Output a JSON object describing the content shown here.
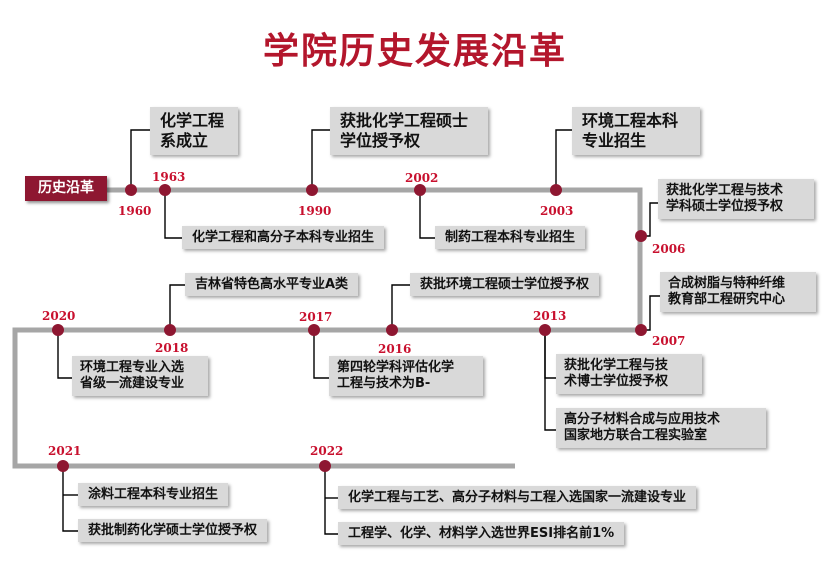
{
  "title": "学院历史发展沿革",
  "tag": "历史沿革",
  "events": [
    {
      "year": "1960",
      "text": "化学工程系成立"
    },
    {
      "year": "1963",
      "text": "化学工程和高分子本科专业招生"
    },
    {
      "year": "1990",
      "text": "获批化学工程硕士学位授予权"
    },
    {
      "year": "2002",
      "text": "制药工程本科专业招生"
    },
    {
      "year": "2003",
      "text": "环境工程本科专业招生"
    },
    {
      "year": "2006",
      "text": "获批化学工程与技术学科硕士学位授予权"
    },
    {
      "year": "2007",
      "text": "合成树脂与特种纤维教育部工程研究中心"
    },
    {
      "year": "2013",
      "text": "获批化学工程与技术博士学位授予权"
    },
    {
      "year": "2013",
      "text": "高分子材料合成与应用技术国家地方联合工程实验室"
    },
    {
      "year": "2016",
      "text": "获批环境工程硕士学位授予权"
    },
    {
      "year": "2017",
      "text": "第四轮学科评估化学工程与技术为B-"
    },
    {
      "year": "2018",
      "text": "吉林省特色高水平专业A类"
    },
    {
      "year": "2020",
      "text": "环境工程专业入选省级一流建设专业"
    },
    {
      "year": "2021",
      "text": "涂料工程本科专业招生"
    },
    {
      "year": "2021",
      "text": "获批制药化学硕士学位授予权"
    },
    {
      "year": "2022",
      "text": "化学工程与工艺、高分子材料与工程入选国家一流建设专业"
    },
    {
      "year": "2022",
      "text": "工程学、化学、材料学入选世界ESI排名前1%"
    }
  ],
  "box_lines": {
    "b1960": [
      "化学工程",
      "系成立"
    ],
    "b1990": [
      "获批化学工程硕士",
      "学位授予权"
    ],
    "b2003": [
      "环境工程本科",
      "专业招生"
    ],
    "b2006": [
      "获批化学工程与技术",
      "学科硕士学位授予权"
    ],
    "b2007": [
      "合成树脂与特种纤维",
      "教育部工程研究中心"
    ],
    "b2013a": [
      "获批化学工程与技",
      "术博士学位授予权"
    ],
    "b2013b": [
      "高分子材料合成与应用技术",
      "国家地方联合工程实验室"
    ],
    "b2017": [
      "第四轮学科评估化学",
      "工程与技术为B-"
    ],
    "b2020": [
      "环境工程专业入选",
      "省级一流建设专业"
    ]
  },
  "colors": {
    "title": "#b3162c",
    "tag_bg": "#8e1731",
    "dot": "#8e1731",
    "line": "#a6a6a6",
    "year": "#c8102e",
    "box": "#d9d9d9"
  }
}
